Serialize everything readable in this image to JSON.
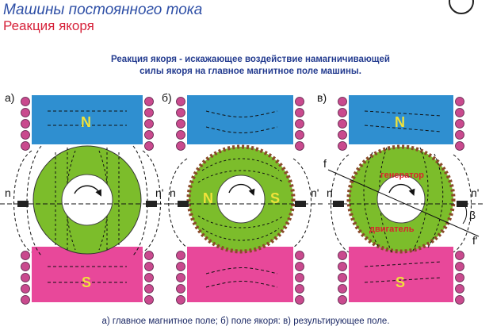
{
  "header": {
    "title": "Машины постоянного тока",
    "subtitle": "Реакция якоря"
  },
  "description": {
    "line1": "Реакция якоря - искажающее воздействие намагничивающей",
    "line2": "силы якоря на главное магнитное поле машины."
  },
  "panels": [
    {
      "label": "а)",
      "left_axis": "n",
      "right_axis": "n'",
      "top_pole": "N",
      "bottom_pole": "S"
    },
    {
      "label": "б)",
      "left_axis": "n",
      "right_axis": "n'",
      "rotor_left": "N",
      "rotor_right": "S"
    },
    {
      "label": "в)",
      "left_axis": "n",
      "right_axis": "n'",
      "top_pole": "N",
      "bottom_pole": "S",
      "line_start": "f",
      "line_end": "f'",
      "angle": "β",
      "rotor_upper": "генератор",
      "rotor_lower": "двигатель"
    }
  ],
  "caption": "а) главное магнитное поле; б) поле якоря: в) результирующее поле.",
  "colors": {
    "title": "#2e4fa6",
    "subtitle": "#d6223a",
    "north_pole": "#2f8fd0",
    "south_pole": "#e8489a",
    "rotor": "#7cbd2b",
    "coil": "#c94a8e",
    "conductor": "#8a4a2a",
    "pole_label": "#f0e23a",
    "mode_label": "#d9232e"
  }
}
